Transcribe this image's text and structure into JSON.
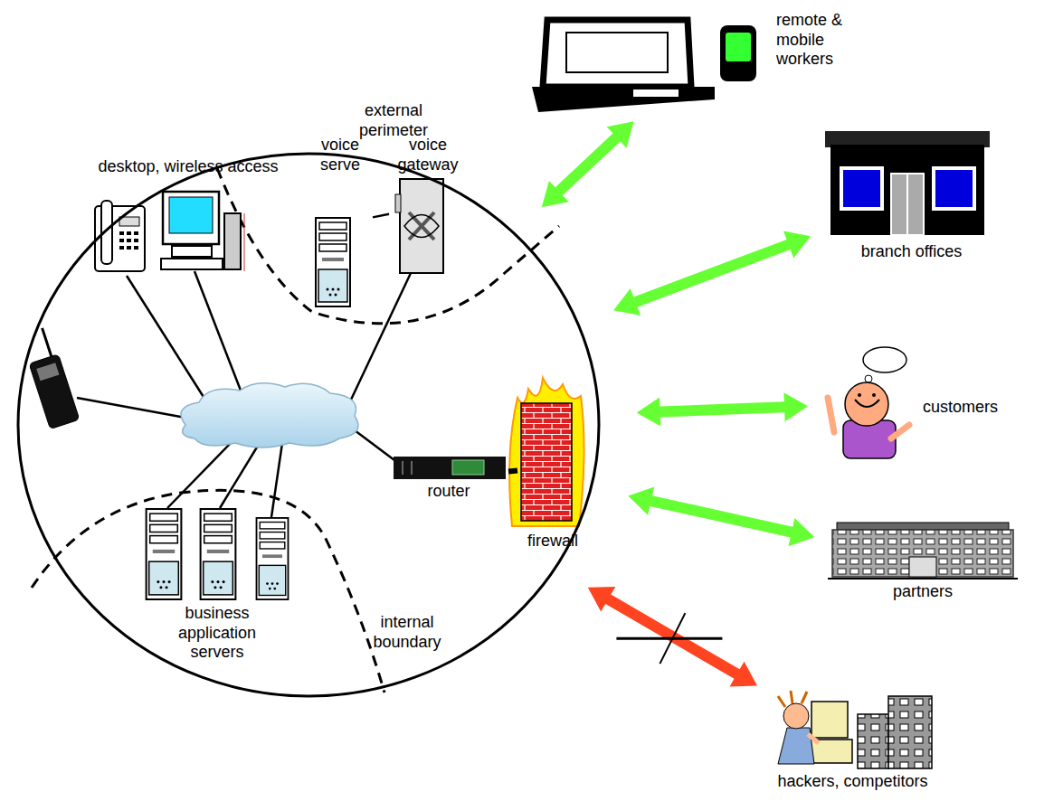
{
  "diagram": {
    "nodes": [
      {
        "text": [
          "external perimeter"
        ]
      },
      {
        "text": [
          "voice serve"
        ],
        "in": 0
      },
      {
        "text": [
          "voice gateway"
        ],
        "in": 0
      },
      {
        "text": [
          "desktop, wireless access"
        ],
        "in": 0
      },
      {
        "text": [
          "router"
        ],
        "in": 0
      },
      {
        "text": [
          "firewall"
        ],
        "in": 0
      },
      {
        "text": [
          "business application servers"
        ],
        "in": 0
      },
      {
        "text": [
          "remote & mobile workers"
        ]
      },
      {
        "text": [
          "branch offices"
        ]
      },
      {
        "text": [
          "customers"
        ]
      },
      {
        "text": [
          "partners"
        ]
      },
      {
        "text": [
          "hackers, competitors"
        ]
      }
    ],
    "edges": [
      {
        "from": 1,
        "to": 2,
        "arrow": "none"
      },
      {
        "from": 4,
        "to": 5,
        "arrow": "none"
      },
      {
        "from": 0,
        "to": 7,
        "arrow": "both"
      },
      {
        "from": 0,
        "to": 8,
        "arrow": "both"
      },
      {
        "from": 0,
        "to": 9,
        "arrow": "both"
      },
      {
        "from": 0,
        "to": 10,
        "arrow": "both"
      },
      {
        "from": 0,
        "to": 11,
        "arrow": "both"
      }
    ],
    "labels": [
      "internal boundary"
    ]
  }
}
